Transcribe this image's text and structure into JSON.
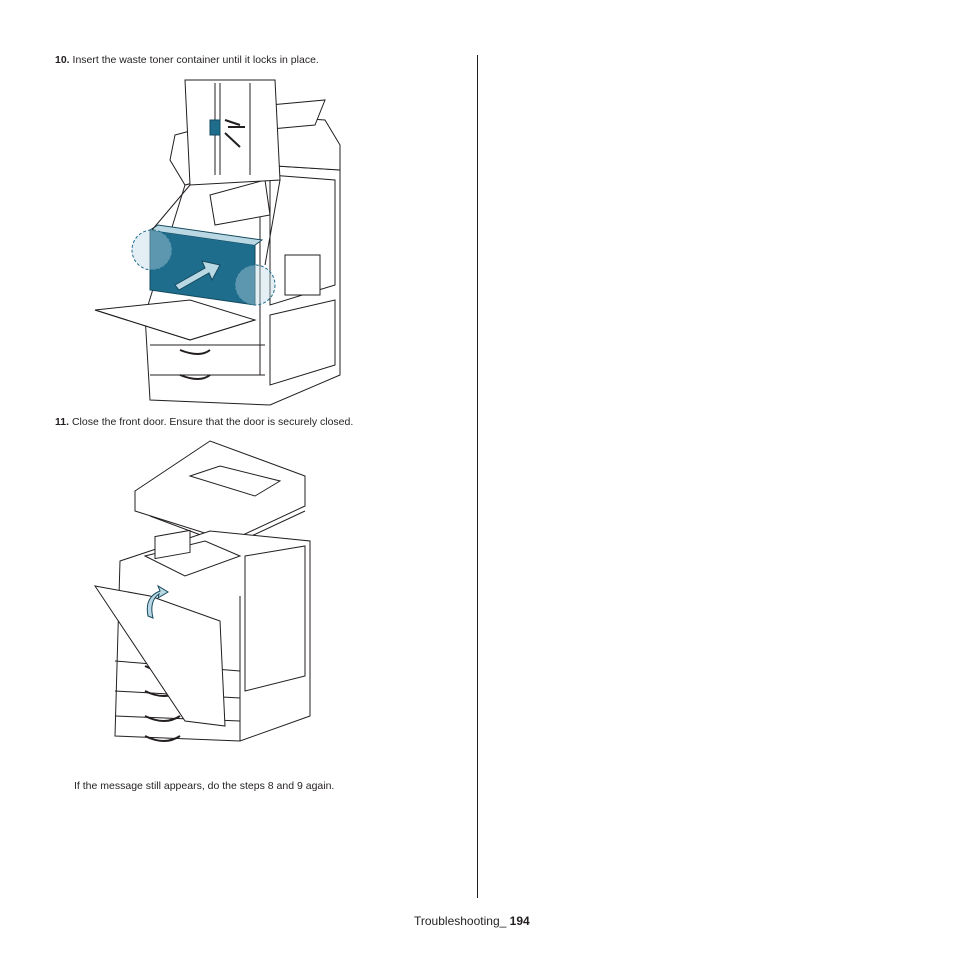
{
  "steps": [
    {
      "number": "10.",
      "text": "Insert the waste toner container until it locks in place."
    },
    {
      "number": "11.",
      "text": "Close the front door. Ensure that the door is securely closed."
    }
  ],
  "note": "If the message still appears, do the steps 8 and 9 again.",
  "footer": {
    "section": "Troubleshooting_",
    "page": "194"
  },
  "colors": {
    "line": "#231f20",
    "accent": "#1f6d8c",
    "accent_light": "#b9d8e3"
  }
}
